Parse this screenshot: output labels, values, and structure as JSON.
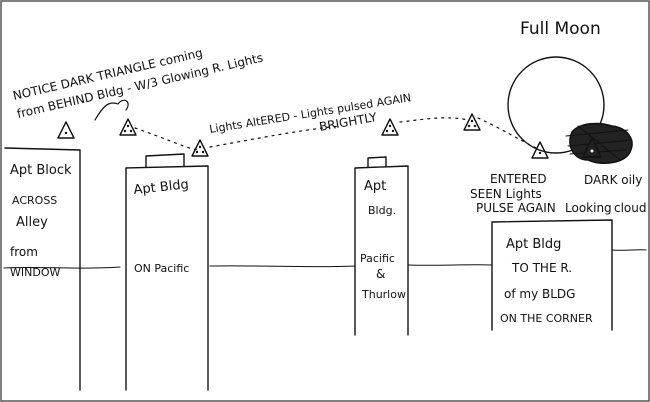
{
  "labels": {
    "full_moon": "Full Moon",
    "notice_line1": "NOTICE DARK TRIANGLE coming",
    "notice_line2": "from BEHIND Bldg - W/3 Glowing R. Lights",
    "lights_line1": "Lights AltERED - Lights pulsed AGAIN",
    "lights_line2": "BRIGHTLY",
    "entered": "ENTERED",
    "seen_lights": "SEEN Lights",
    "pulse_again": "PULSE AGAIN",
    "looking": "Looking",
    "dark_oily": "DARK oily",
    "cloud": "cloud"
  },
  "buildings": [
    {
      "lines": [
        "Apt Block",
        "ACROSS",
        "Alley",
        "from",
        "WINDOW"
      ]
    },
    {
      "lines": [
        "Apt Bldg",
        "ON Pacific"
      ]
    },
    {
      "lines": [
        "Apt",
        "Bldg.",
        "Pacific",
        "&",
        "Thurlow"
      ]
    },
    {
      "lines": [
        "Apt Bldg",
        "TO THE R.",
        "of my BLDG",
        "ON THE CORNER"
      ]
    }
  ]
}
